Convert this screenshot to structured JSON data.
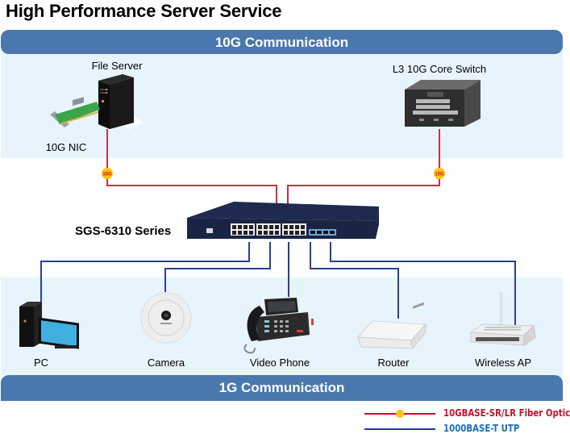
{
  "title": "High Performance Server Service",
  "sections": {
    "top_band": "10G Communication",
    "bottom_band": "1G Communication"
  },
  "devices": {
    "file_server": "File Server",
    "nic": "10G NIC",
    "core_switch": "L3 10G Core Switch",
    "main_switch": "SGS-6310 Series",
    "pc": "PC",
    "camera": "Camera",
    "video_phone": "Video Phone",
    "router": "Router",
    "wireless_ap": "Wireless AP"
  },
  "badges": {
    "fiber_badge": "10G"
  },
  "legend": [
    {
      "label": "10GBASE-SR/LR Fiber Optic",
      "color": "#c8102e",
      "badge": "10G"
    },
    {
      "label": "1000BASE-T UTP",
      "color": "#1f3a93",
      "text_color": "#1a6fb5"
    }
  ],
  "colors": {
    "band": "#4a78ae",
    "panel": "#e8f4fd",
    "fiber_line": "#c8323c",
    "utp_line": "#2a3f96",
    "badge_fill": "#ffc20e"
  }
}
